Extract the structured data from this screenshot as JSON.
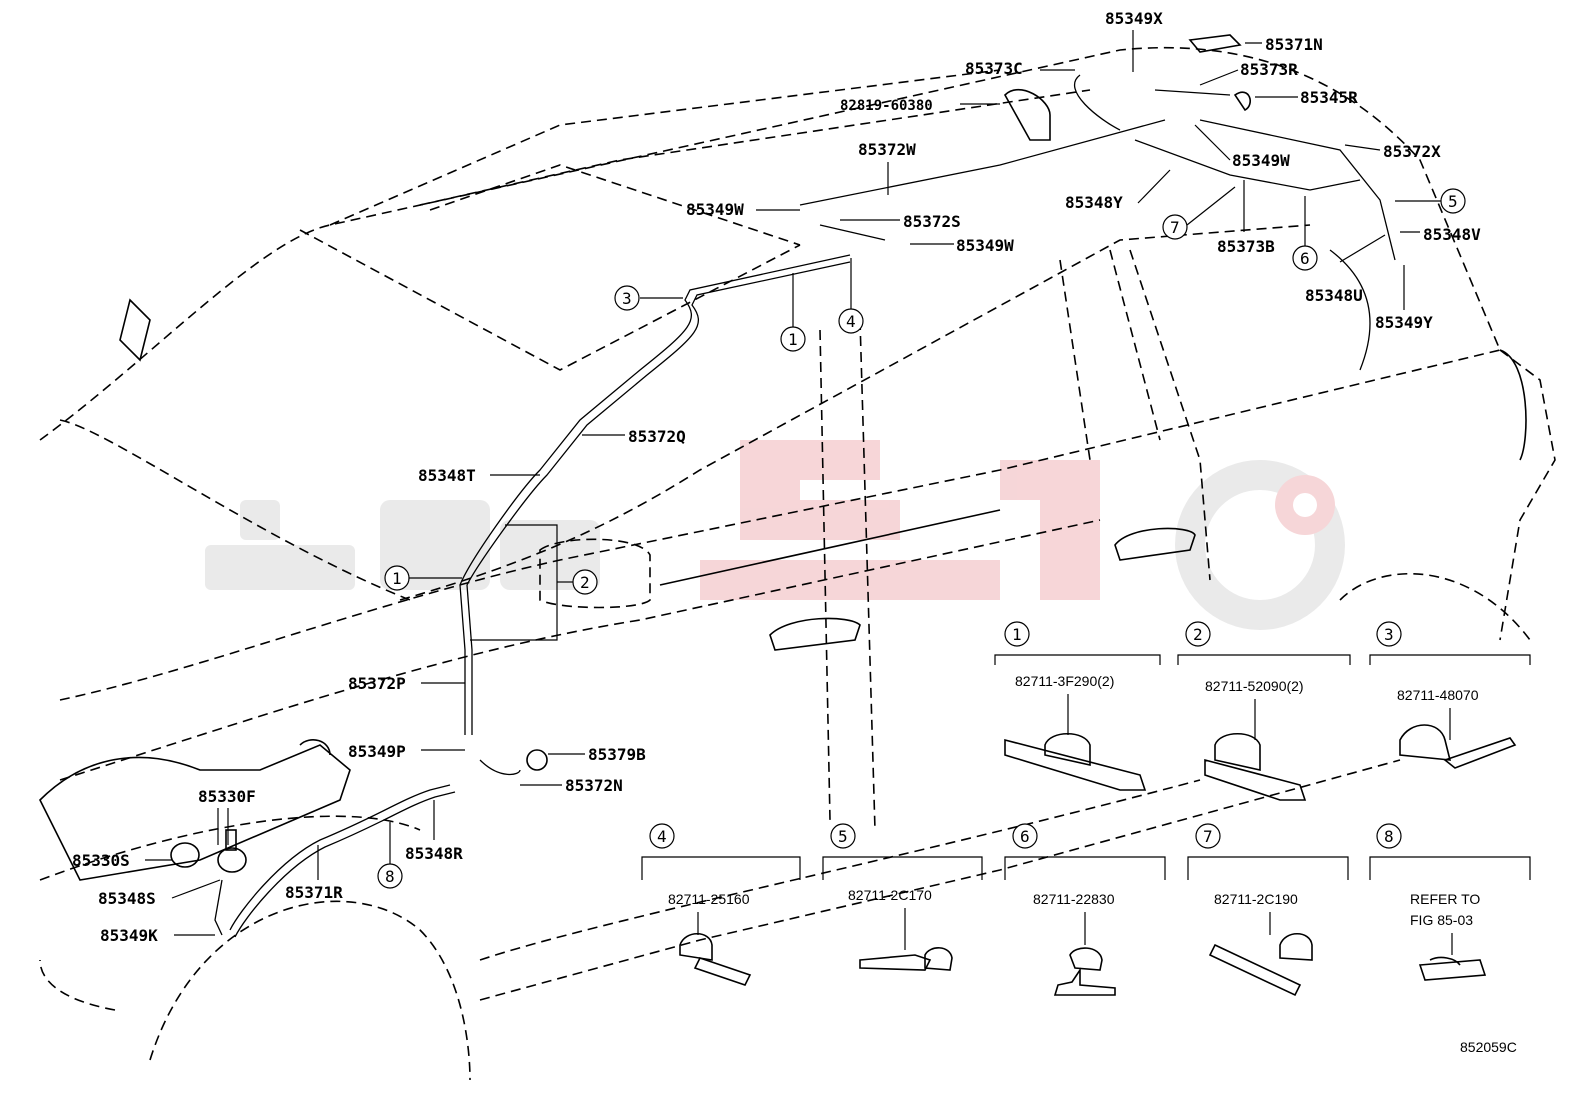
{
  "figure_code": "852059C",
  "part_labels": {
    "p85349X": "85349X",
    "p85371N": "85371N",
    "p85373C": "85373C",
    "p85373R": "85373R",
    "p82819_60380": "82819-60380",
    "p85345R": "85345R",
    "p85372X": "85372X",
    "p85372W": "85372W",
    "p85349W_a": "85349W",
    "p85349W_b": "85349W",
    "p85349W_c": "85349W",
    "p85372S": "85372S",
    "p85348Y": "85348Y",
    "p85373B": "85373B",
    "p85348V": "85348V",
    "p85348U": "85348U",
    "p85349Y": "85349Y",
    "p85372Q": "85372Q",
    "p85348T": "85348T",
    "p85372P": "85372P",
    "p85349P": "85349P",
    "p85379B": "85379B",
    "p85372N": "85372N",
    "p85330F": "85330F",
    "p85330S": "85330S",
    "p85348S": "85348S",
    "p85371R": "85371R",
    "p85348R": "85348R",
    "p85349K": "85349K"
  },
  "callouts": {
    "c1": "1",
    "c2": "2",
    "c3": "3",
    "c4": "4",
    "c5": "5",
    "c6": "6",
    "c7": "7",
    "c8": "8"
  },
  "clips": [
    {
      "num": "1",
      "code": "82711-3F290(2)"
    },
    {
      "num": "2",
      "code": "82711-52090(2)"
    },
    {
      "num": "3",
      "code": "82711-48070"
    },
    {
      "num": "4",
      "code": "82711-25160"
    },
    {
      "num": "5",
      "code": "82711-2C170"
    },
    {
      "num": "6",
      "code": "82711-22830"
    },
    {
      "num": "7",
      "code": "82711-2C190"
    },
    {
      "num": "8",
      "code_line1": "REFER TO",
      "code_line2": "FIG 85-03"
    }
  ]
}
